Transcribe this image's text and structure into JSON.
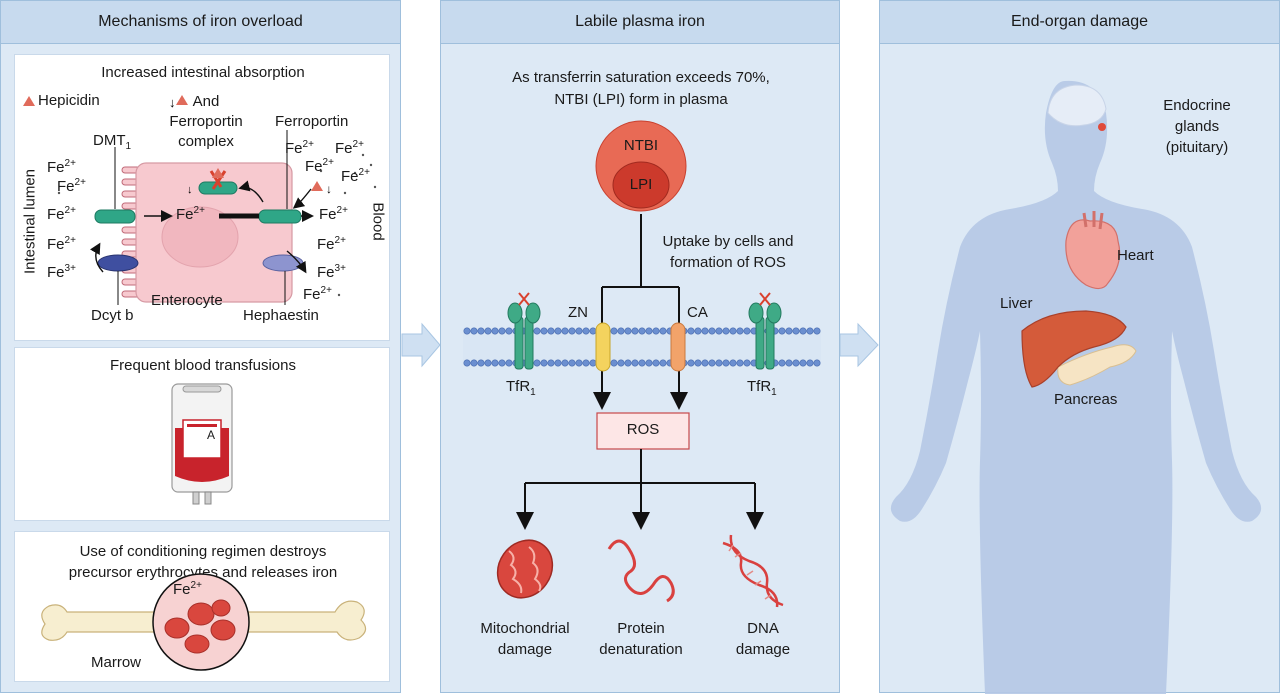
{
  "panels": {
    "left": {
      "title": "Mechanisms of iron overload"
    },
    "middle": {
      "title": "Labile plasma iron"
    },
    "right": {
      "title": "End-organ damage"
    }
  },
  "absorption": {
    "heading": "Increased intestinal absorption",
    "hepcidin": "Hepicidin",
    "and_ferroportin": "And\nFerroportin\ncomplex",
    "dmt": "DMT",
    "dmt_sub": "1",
    "ferroportin": "Ferroportin",
    "intestinal_lumen": "Intestinal lumen",
    "blood": "Blood",
    "enterocyte": "Enterocyte",
    "dcytb": "Dcyt b",
    "hephaestin": "Hephaestin",
    "fe": "Fe",
    "fe2_charge": "2+",
    "fe3_charge": "3+"
  },
  "transfusion": {
    "heading": "Frequent blood transfusions",
    "bag_label": "A"
  },
  "conditioning": {
    "heading": "Use of conditioning regimen destroys\nprecursor erythrocytes and releases iron",
    "marrow": "Marrow",
    "fe": "Fe",
    "fe_charge": "2+"
  },
  "plasma": {
    "intro": "As transferrin saturation exceeds 70%,\nNTBI (LPI) form in plasma",
    "ntbi": "NTBI",
    "lpi": "LPI",
    "uptake": "Uptake by cells and\nformation of ROS",
    "zn": "ZN",
    "ca": "CA",
    "tfr": "TfR",
    "tfr_sub": "1",
    "ros": "ROS",
    "outcomes": [
      "Mitochondrial\ndamage",
      "Protein\ndenaturation",
      "DNA\ndamage"
    ]
  },
  "organs": {
    "endocrine": "Endocrine\nglands\n(pituitary)",
    "heart": "Heart",
    "liver": "Liver",
    "pancreas": "Pancreas"
  },
  "colors": {
    "panel_bg": "#dde9f5",
    "header_bg": "#c7daee",
    "enterocyte": "#f7c9cf",
    "teal_channel": "#2fa687",
    "dcytb_blue": "#3f4fa0",
    "ntbi_red": "#d94a3c",
    "ros_box": "#fde6e6",
    "body_silhouette": "#b5c8e6",
    "liver": "#d45b3a"
  }
}
